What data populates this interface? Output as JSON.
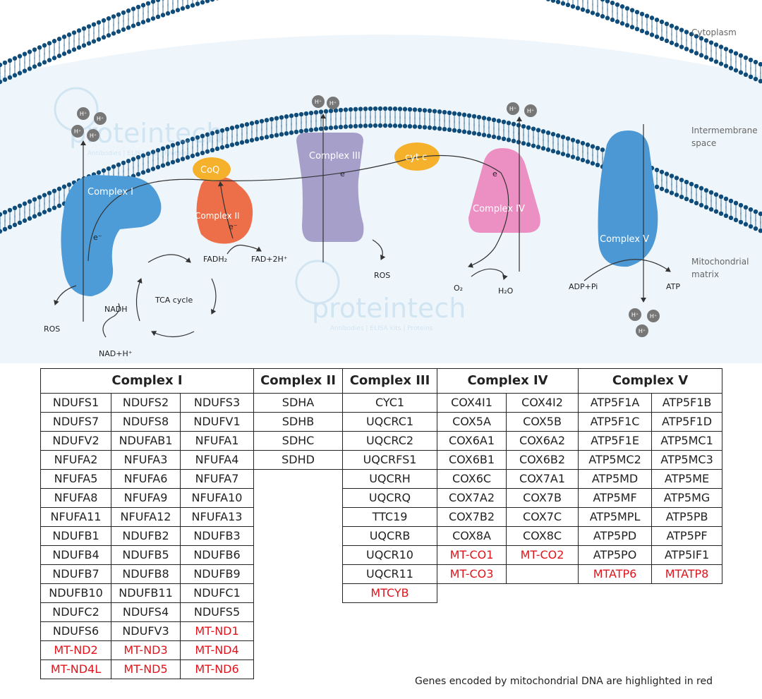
{
  "diagram": {
    "labels": {
      "cytoplasm": "Cytoplasm",
      "intermembrane_1": "Intermembrane",
      "intermembrane_2": "space",
      "matrix_1": "Mitochondrial",
      "matrix_2": "matrix",
      "complex1": "Complex I",
      "complex2": "Complex II",
      "complex3": "Complex III",
      "complex4": "Complex IV",
      "complex5": "Complex V",
      "coq": "CoQ",
      "cytc": "cyt c",
      "electron": "e",
      "electron_minus": "e⁻",
      "proton": "H⁺",
      "ros": "ROS",
      "nadh": "NADH",
      "nad": "NAD+H⁺",
      "tca": "TCA cycle",
      "fadh2": "FADH₂",
      "fad": "FAD+2H⁺",
      "o2": "O₂",
      "h2o": "H₂O",
      "adp": "ADP+Pi",
      "atp": "ATP"
    },
    "watermark": {
      "brand": "proteintech",
      "tagline": "Antibodies  |  ELISA kits  |  Proteins"
    },
    "colors": {
      "membrane": "#0f4c79",
      "background": "#eef6fb",
      "complex1": "#4d9cd8",
      "complex2": "#ec6f4a",
      "complex3": "#a59fca",
      "complex4": "#ec8fc3",
      "complex5": "#4b98d5",
      "coq": "#f6b12c",
      "cytc": "#f6b12c",
      "proton": "#777777",
      "mt_gene": "#e0141c"
    }
  },
  "table": {
    "headers": [
      "Complex I",
      "Complex II",
      "Complex III",
      "Complex IV",
      "Complex V"
    ],
    "complex1": [
      [
        "NDUFS1",
        "NDUFS2",
        "NDUFS3"
      ],
      [
        "NDUFS7",
        "NDUFS8",
        "NDUFV1"
      ],
      [
        "NDUFV2",
        "NDUFAB1",
        "NFUFA1"
      ],
      [
        "NFUFA2",
        "NFUFA3",
        "NFUFA4"
      ],
      [
        "NFUFA5",
        "NFUFA6",
        "NFUFA7"
      ],
      [
        "NFUFA8",
        "NFUFA9",
        "NFUFA10"
      ],
      [
        "NFUFA11",
        "NFUFA12",
        "NFUFA13"
      ],
      [
        "NDUFB1",
        "NDUFB2",
        "NDUFB3"
      ],
      [
        "NDUFB4",
        "NDUFB5",
        "NDUFB6"
      ],
      [
        "NDUFB7",
        "NDUFB8",
        "NDUFB9"
      ],
      [
        "NDUFB10",
        "NDUFB11",
        "NDUFC1"
      ],
      [
        "NDUFC2",
        "NDUFS4",
        "NDUFS5"
      ],
      [
        "NDUFS6",
        "NDUFV3",
        "MT-ND1"
      ],
      [
        "MT-ND2",
        "MT-ND3",
        "MT-ND4"
      ],
      [
        "MT-ND4L",
        "MT-ND5",
        "MT-ND6"
      ]
    ],
    "complex2": [
      "SDHA",
      "SDHB",
      "SDHC",
      "SDHD"
    ],
    "complex3": [
      "CYC1",
      "UQCRC1",
      "UQCRC2",
      "UQCRFS1",
      "UQCRH",
      "UQCRQ",
      "TTC19",
      "UQCRB",
      "UQCR10",
      "UQCR11",
      "MTCYB"
    ],
    "complex4": [
      [
        "COX4I1",
        "COX4I2"
      ],
      [
        "COX5A",
        "COX5B"
      ],
      [
        "COX6A1",
        "COX6A2"
      ],
      [
        "COX6B1",
        "COX6B2"
      ],
      [
        "COX6C",
        "COX7A1"
      ],
      [
        "COX7A2",
        "COX7B"
      ],
      [
        "COX7B2",
        "COX7C"
      ],
      [
        "COX8A",
        "COX8C"
      ],
      [
        "MT-CO1",
        "MT-CO2"
      ],
      [
        "MT-CO3",
        ""
      ]
    ],
    "complex5": [
      [
        "ATP5F1A",
        "ATP5F1B"
      ],
      [
        "ATP5F1C",
        "ATP5F1D"
      ],
      [
        "ATP5F1E",
        "ATP5MC1"
      ],
      [
        "ATP5MC2",
        "ATP5MC3"
      ],
      [
        "ATP5MD",
        "ATP5ME"
      ],
      [
        "ATP5MF",
        "ATP5MG"
      ],
      [
        "ATP5MPL",
        "ATP5PB"
      ],
      [
        "ATP5PD",
        "ATP5PF"
      ],
      [
        "ATP5PO",
        "ATP5IF1"
      ],
      [
        "MTATP6",
        "MTATP8"
      ]
    ],
    "footnote": "Genes encoded by mitochondrial DNA are highlighted in red"
  }
}
